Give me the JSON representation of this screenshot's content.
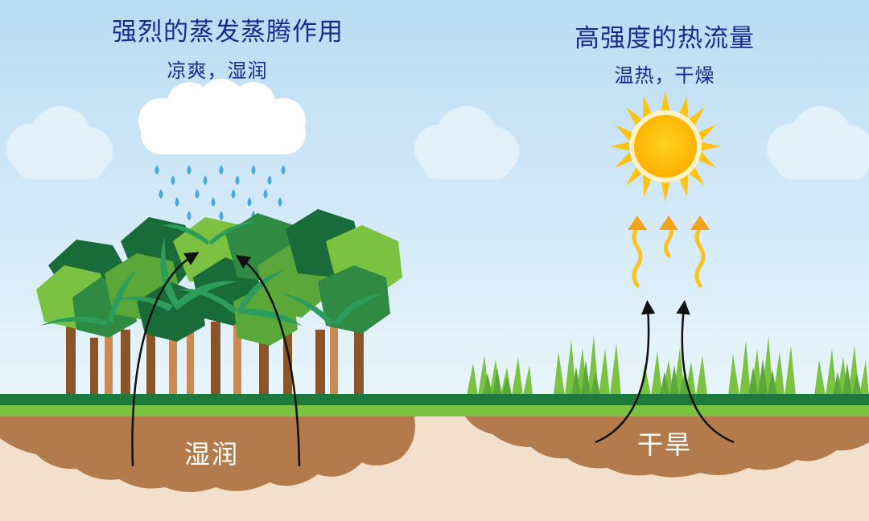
{
  "left_panel": {
    "title": "强烈的蒸发蒸腾作用",
    "subtitle": "凉爽，湿润",
    "soil_label": "湿润"
  },
  "right_panel": {
    "title": "高强度的热流量",
    "subtitle": "温热，干燥",
    "soil_label": "干旱"
  },
  "colors": {
    "sky_top": "#b9dcf3",
    "sky_bottom": "#eaf5fc",
    "ground_dark": "#1e7a3c",
    "ground_light": "#7cc242",
    "soil": "#b37a4c",
    "sand": "#f2dfcc",
    "title_text": "#1b2a8f",
    "rain": "#4aa8dd",
    "sun": "#ffc20e",
    "heat_wave": "#f7c51e"
  },
  "icons": [
    "cloud-icon",
    "rain-drop-icon",
    "tree-icon",
    "palm-icon",
    "sun-icon",
    "heat-wave-icon",
    "grass-icon",
    "arrow-icon"
  ]
}
